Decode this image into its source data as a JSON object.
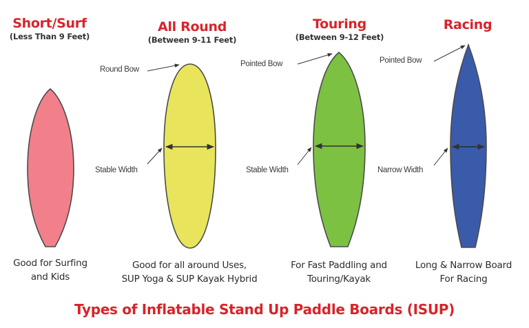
{
  "colors": {
    "title_red": "#D8232A",
    "outline": "#4a4a4a",
    "short_surf_fill": "#F2808A",
    "all_round_fill": "#E8E55C",
    "touring_fill": "#7DC142",
    "racing_fill": "#3A5BAA"
  },
  "boards": [
    {
      "title": "Short/Surf",
      "subtitle": "(Less Than 9 Feet)",
      "description_line1": "Good for Surfing",
      "description_line2": "and Kids"
    },
    {
      "title": "All Round",
      "subtitle": "(Between 9-11 Feet)",
      "bow_label": "Round Bow",
      "width_label": "Stable Width",
      "description_line1": "Good for all around Uses,",
      "description_line2": "SUP Yoga & SUP Kayak Hybrid"
    },
    {
      "title": "Touring",
      "subtitle": "(Between 9-12 Feet)",
      "bow_label": "Pointed Bow",
      "width_label": "Stable Width",
      "description_line1": "For Fast Paddling and",
      "description_line2": "Touring/Kayak"
    },
    {
      "title": "Racing",
      "bow_label": "Pointed Bow",
      "width_label": "Narrow Width",
      "description_line1": "Long & Narrow Board",
      "description_line2": "For Racing"
    }
  ],
  "footer": {
    "caption": "Types of Inflatable Stand Up Paddle Boards (ISUP)"
  }
}
